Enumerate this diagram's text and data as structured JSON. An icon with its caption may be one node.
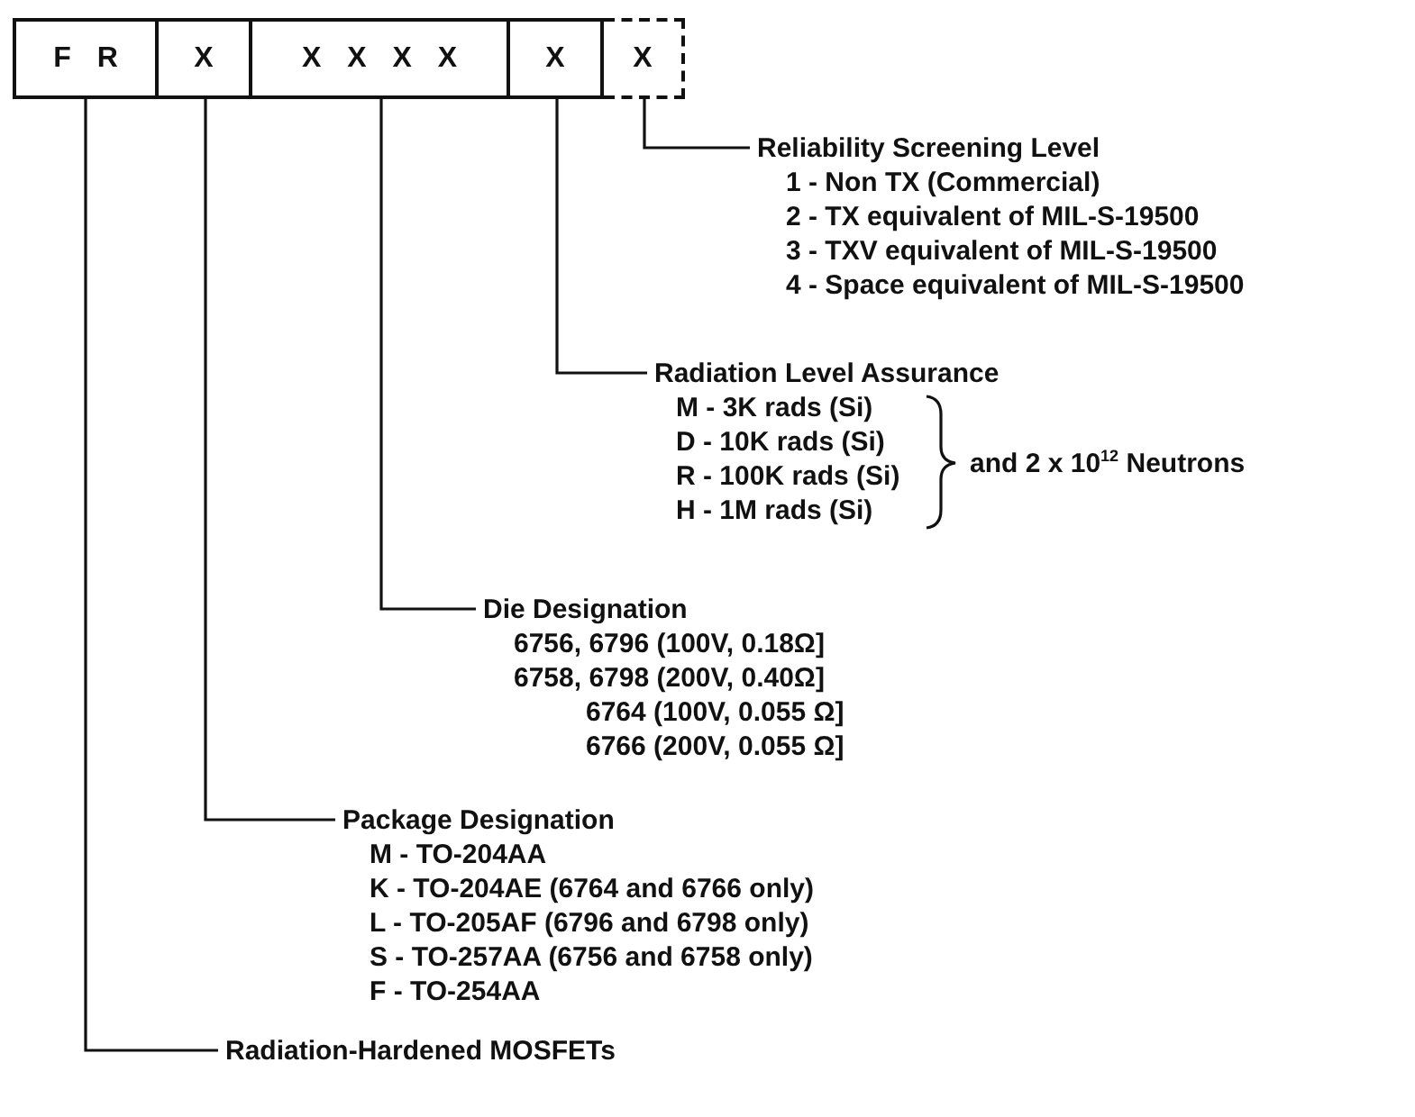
{
  "diagram": {
    "nodes": [
      {
        "text": [
          "F R"
        ]
      },
      {
        "text": [
          "X"
        ]
      },
      {
        "text": [
          "X X X X"
        ]
      },
      {
        "text": [
          "X"
        ]
      },
      {
        "text": [
          "X"
        ]
      },
      {
        "text": [
          "Reliability Screening Level",
          "1 - Non TX (Commercial)",
          "2 - TX equivalent of MIL-S-19500",
          "3 - TXV equivalent of MIL-S-19500",
          "4 - Space equivalent of MIL-S-19500"
        ]
      },
      {
        "text": [
          "Radiation Level Assurance",
          "M - 3K rads (Si)",
          "D - 10K rads (Si)",
          "R - 100K rads (Si)",
          "H - 1M rads (Si)"
        ]
      },
      {
        "text": [
          "Die Designation",
          "6756, 6796 (100V, 0.18Ω]",
          "6758, 6798 (200V, 0.40Ω]",
          "6764 (100V, 0.055 Ω]",
          "6766 (200V, 0.055 Ω]"
        ]
      },
      {
        "text": [
          "Package Designation",
          "M - TO-204AA",
          "K - TO-204AE (6764 and 6766 only)",
          "L - TO-205AF (6796 and 6798 only)",
          "S - TO-257AA (6756 and 6758 only)",
          "F - TO-254AA"
        ]
      },
      {
        "text": [
          "Radiation-Hardened MOSFETs"
        ]
      }
    ],
    "edges": [
      {
        "from": 4,
        "to": 5,
        "arrow": "none"
      },
      {
        "from": 3,
        "to": 6,
        "arrow": "none"
      },
      {
        "from": 2,
        "to": 7,
        "arrow": "none"
      },
      {
        "from": 1,
        "to": 8,
        "arrow": "none"
      },
      {
        "from": 0,
        "to": 9,
        "arrow": "none"
      }
    ],
    "labels": [
      "and 2 x 10$^{12}$ Neutrons"
    ]
  }
}
